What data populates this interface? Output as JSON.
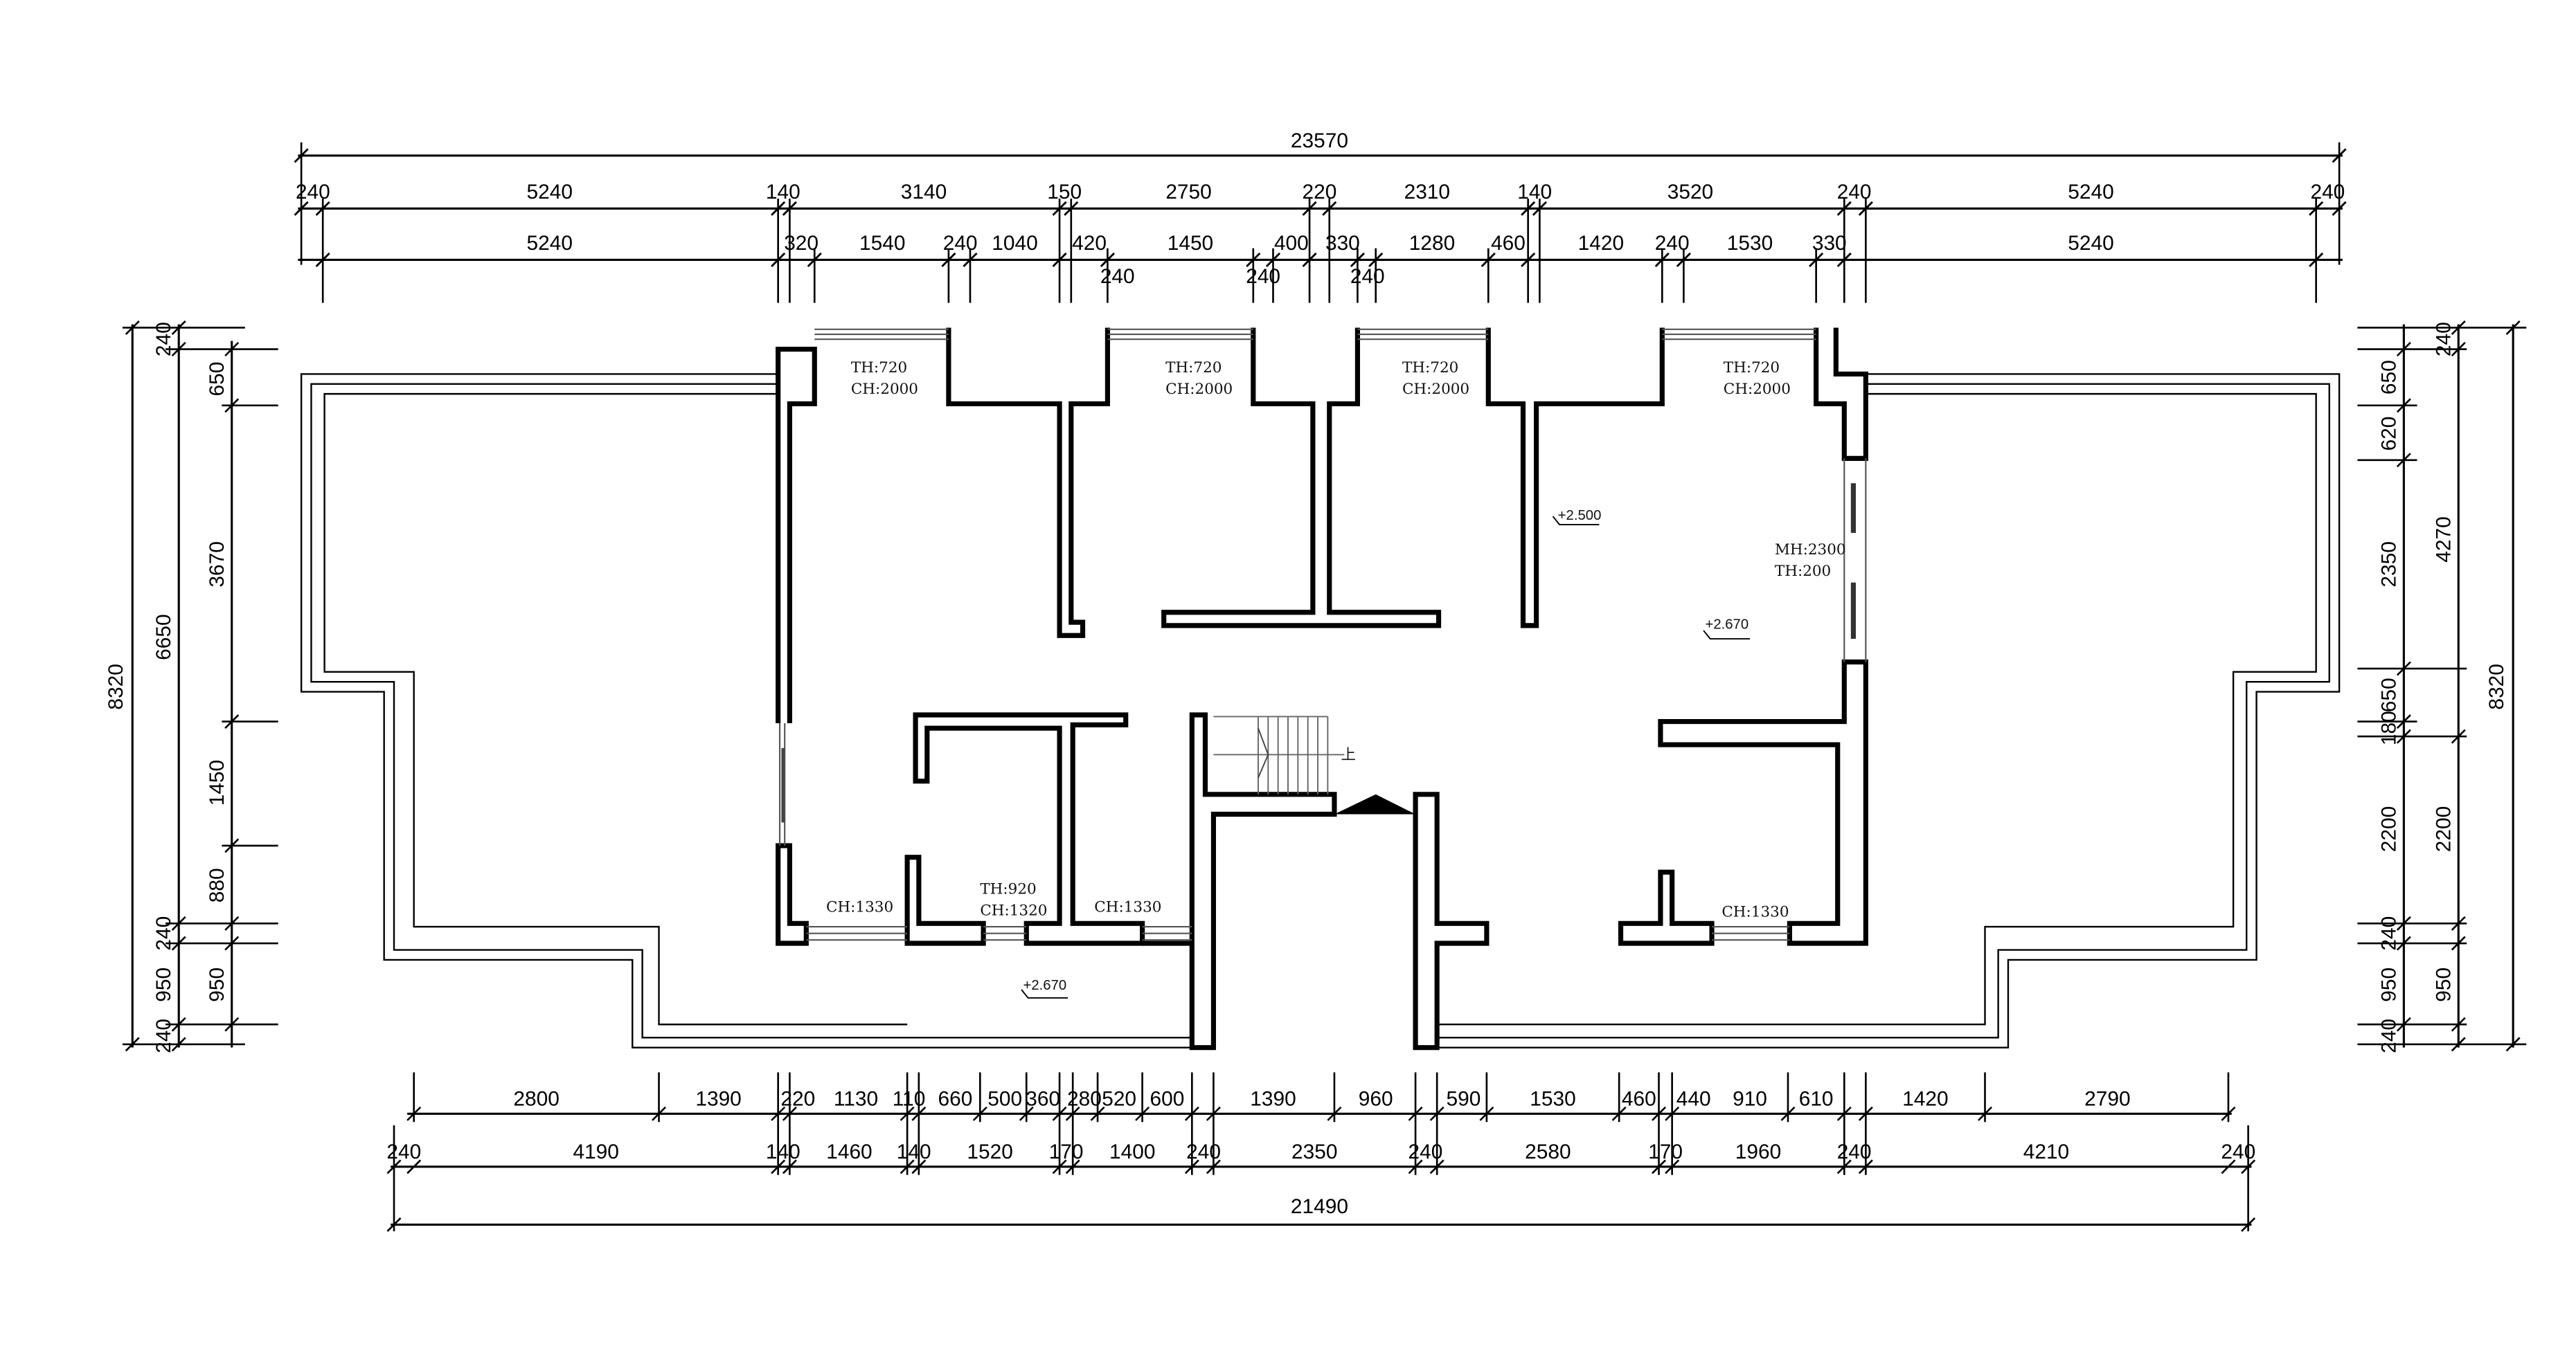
{
  "dims": {
    "top_total": "23570",
    "top_row1": [
      "240",
      "5240",
      "140",
      "3140",
      "150",
      "2750",
      "220",
      "2310",
      "140",
      "3520",
      "240",
      "5240",
      "240"
    ],
    "top_row2": [
      "5240",
      "320",
      "1540",
      "240",
      "1040",
      "420",
      "1450",
      "400",
      "330",
      "1280",
      "460",
      "1420",
      "240",
      "1530",
      "330",
      "5240"
    ],
    "top_row3": [
      "240",
      "240",
      "240"
    ],
    "bottom_row1": [
      "2800",
      "1390",
      "220",
      "1130",
      "110",
      "660",
      "500",
      "360",
      "280",
      "520",
      "600",
      "1390",
      "960",
      "590",
      "1530",
      "460",
      "440",
      "910",
      "610",
      "1420",
      "2790"
    ],
    "bottom_row2": [
      "240",
      "4190",
      "140",
      "1460",
      "140",
      "1520",
      "170",
      "1400",
      "240",
      "2350",
      "240",
      "2580",
      "170",
      "1960",
      "240",
      "4210",
      "240"
    ],
    "bottom_total": "21490",
    "left_outer": [
      "240",
      "6650",
      "240",
      "950",
      "240"
    ],
    "left_inner": [
      "650",
      "3670",
      "1450",
      "880",
      "950"
    ],
    "left_total": "8320",
    "right_inner": [
      "650",
      "620",
      "2350",
      "650",
      "180",
      "2200",
      "240",
      "950",
      "240"
    ],
    "right_outer": [
      "240",
      "4270",
      "2200",
      "950"
    ],
    "right_total": "8320"
  },
  "annotations": {
    "th_720": "TH:720",
    "ch_2000": "CH:2000",
    "th_920": "TH:920",
    "ch_1320": "CH:1320",
    "ch_1330": "CH:1330",
    "mh_2300": "MH:2300",
    "th_200": "TH:200",
    "stair_up": "上"
  },
  "levels": {
    "l_2500": "+2.500",
    "l_2670": "+2.670"
  }
}
